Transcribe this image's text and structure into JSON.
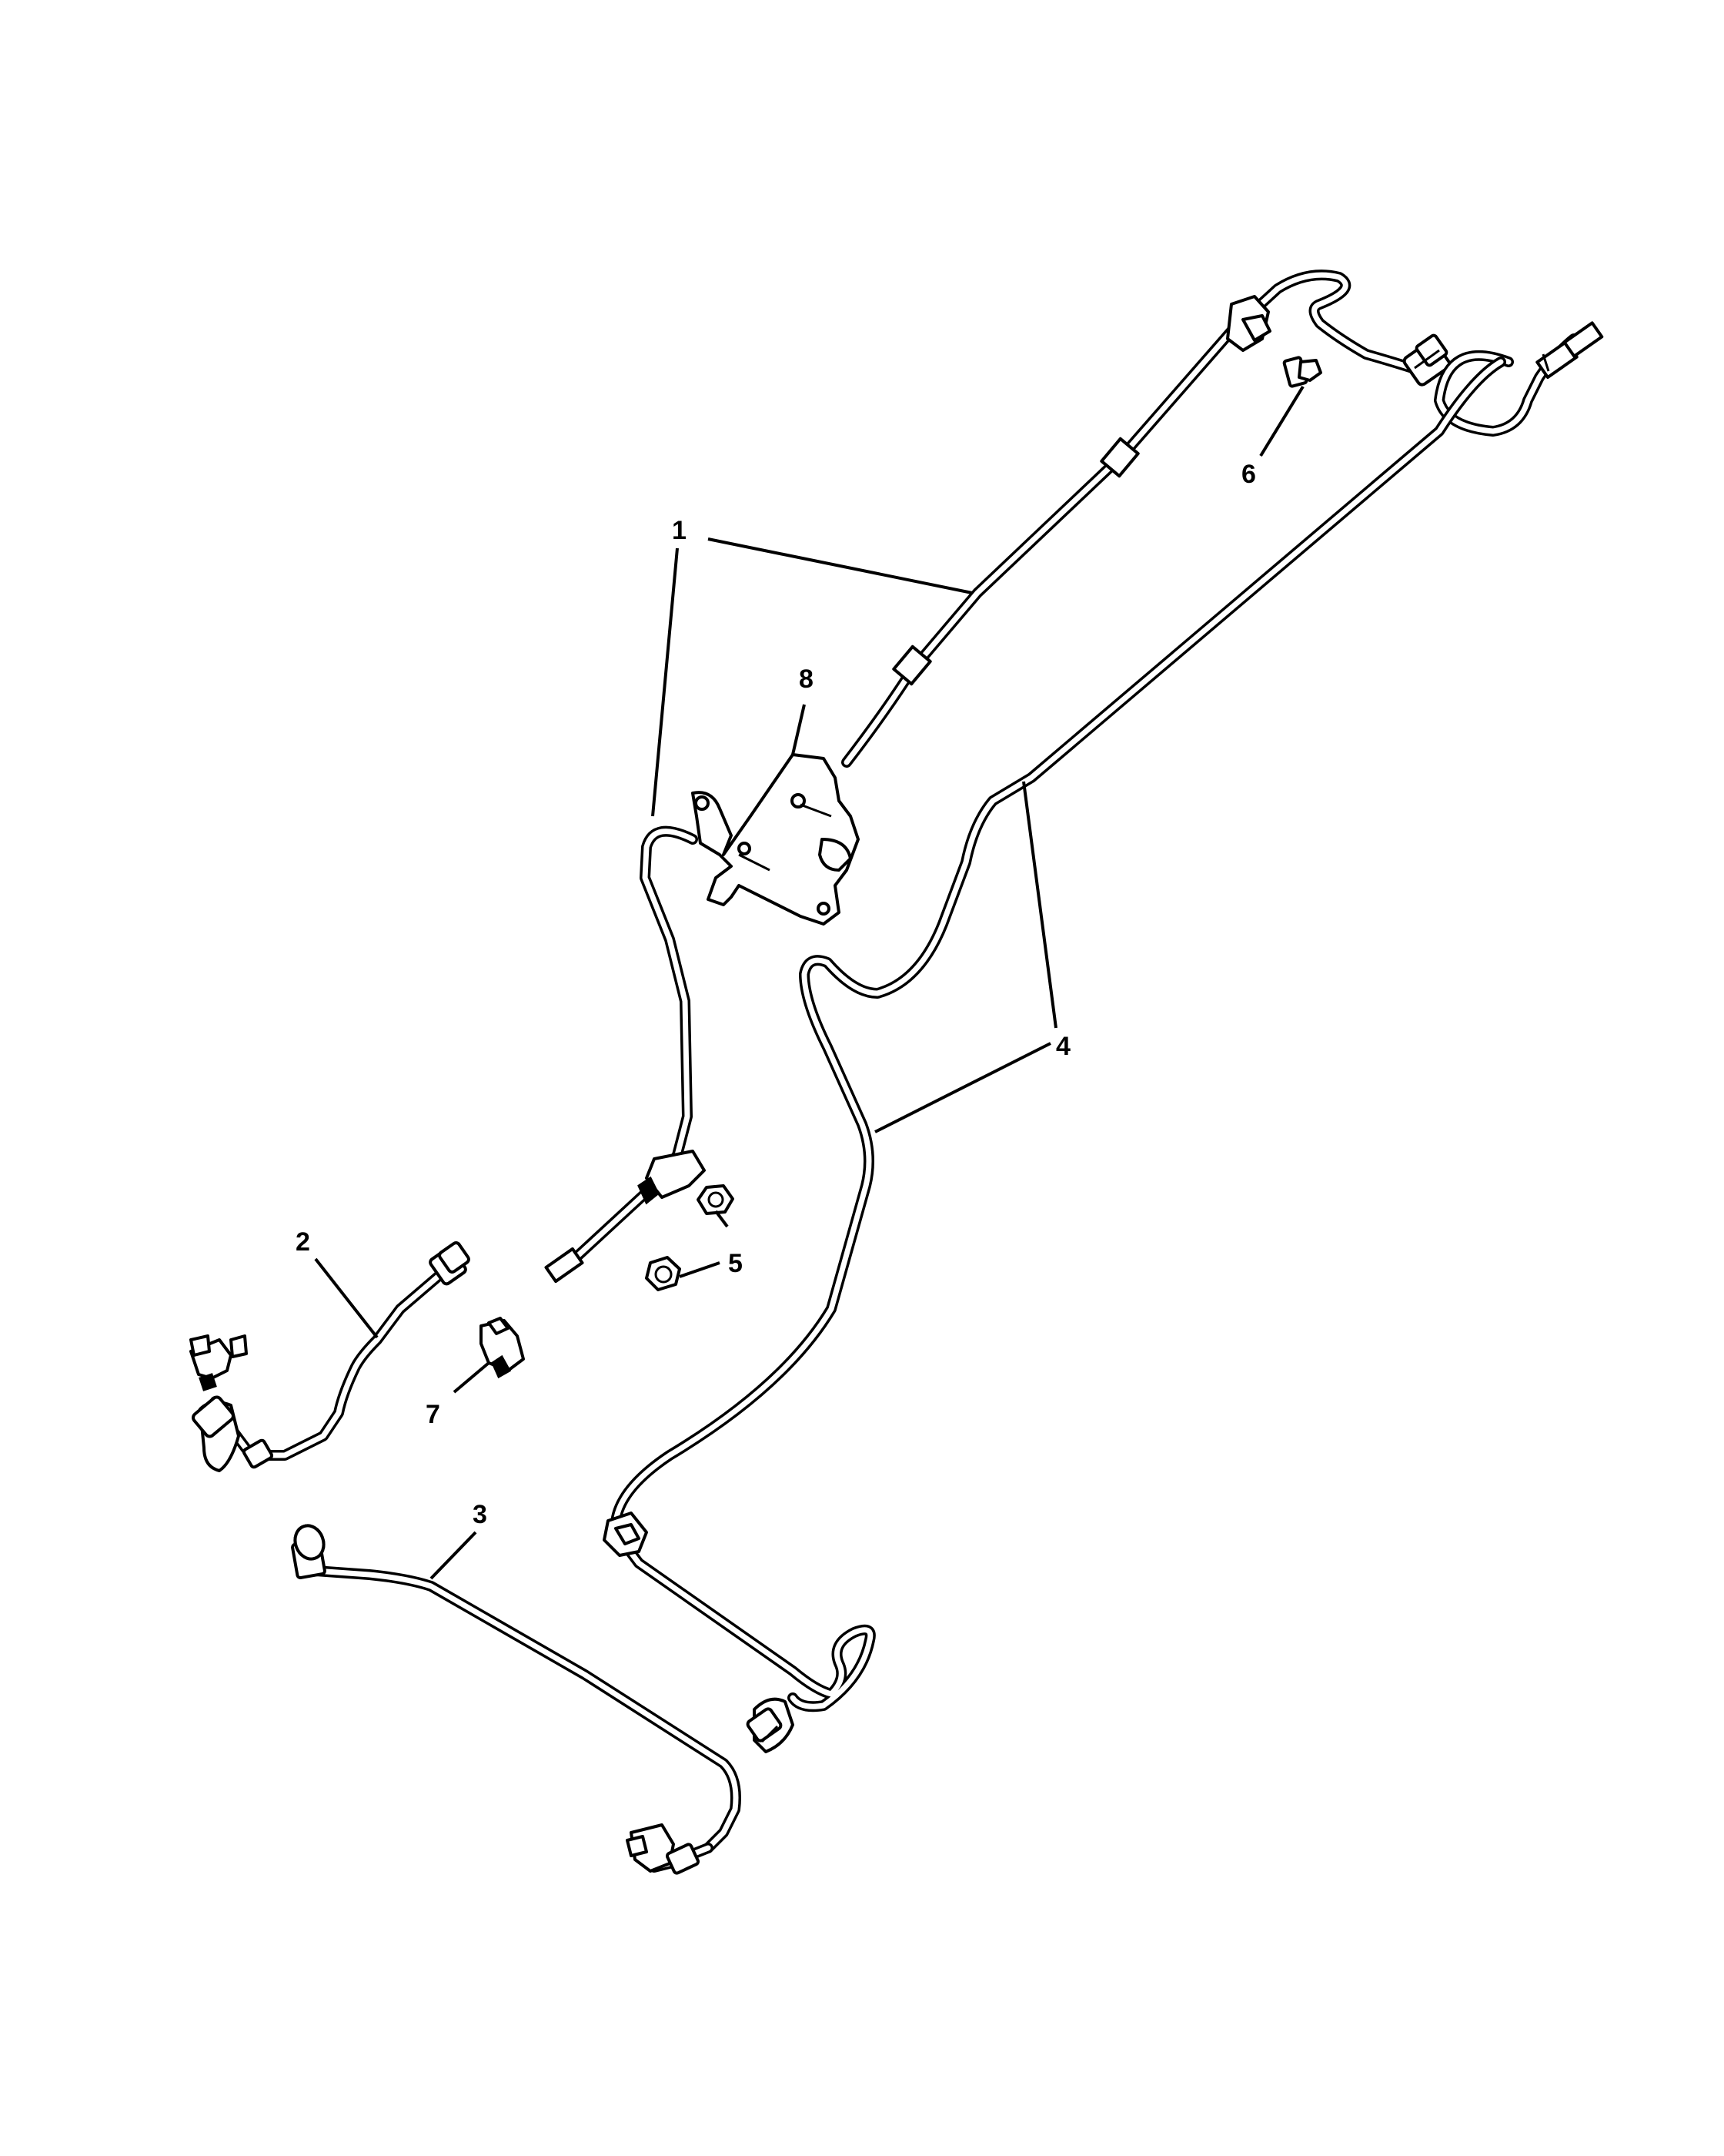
{
  "callouts": [
    {
      "id": "1",
      "label": "1",
      "part": "fuel-supply-tube"
    },
    {
      "id": "2",
      "label": "2",
      "part": "tube-assembly"
    },
    {
      "id": "3",
      "label": "3",
      "part": "tube-assembly"
    },
    {
      "id": "4",
      "label": "4",
      "part": "fuel-return-tube"
    },
    {
      "id": "5",
      "label": "5",
      "part": "nut"
    },
    {
      "id": "6",
      "label": "6",
      "part": "stud"
    },
    {
      "id": "7",
      "label": "7",
      "part": "clip"
    },
    {
      "id": "8",
      "label": "8",
      "part": "bracket"
    }
  ],
  "colors": {
    "line": "#000000",
    "background": "#ffffff"
  }
}
